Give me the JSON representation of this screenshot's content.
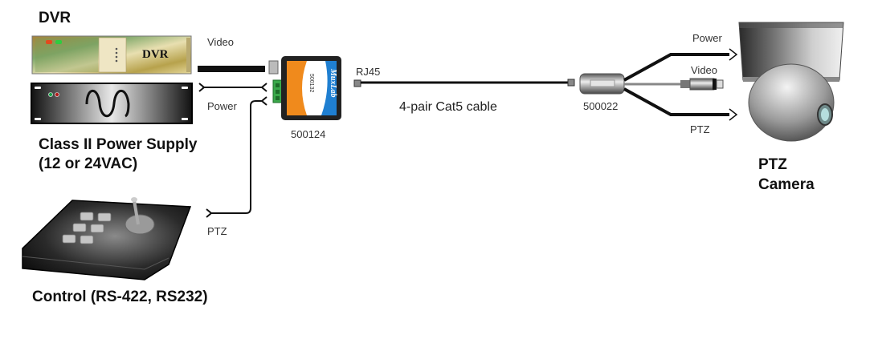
{
  "devices": {
    "dvr": {
      "title": "DVR",
      "face_label": "DVR"
    },
    "power_supply": {
      "title_line1": "Class II Power Supply",
      "title_line2": "(12 or 24VAC)"
    },
    "controller": {
      "title": "Control (RS-422, RS232)"
    },
    "camera": {
      "title_line1": "PTZ",
      "title_line2": "Camera"
    },
    "balun_local": {
      "model": "500124",
      "brand": "MuxLab",
      "part_print": "500132"
    },
    "balun_remote": {
      "model": "500022"
    }
  },
  "connections": {
    "video_left": "Video",
    "power_left": "Power",
    "ptz_left": "PTZ",
    "rj45": "RJ45",
    "cable": "4-pair Cat5 cable",
    "power_right": "Power",
    "video_right": "Video",
    "ptz_right": "PTZ"
  },
  "colors": {
    "dvr_gold": "#c9b86a",
    "connector_orange": "#f08a1c",
    "connector_blue": "#1f7fd1",
    "terminal_green": "#3aa84a",
    "cable": "#111111"
  }
}
